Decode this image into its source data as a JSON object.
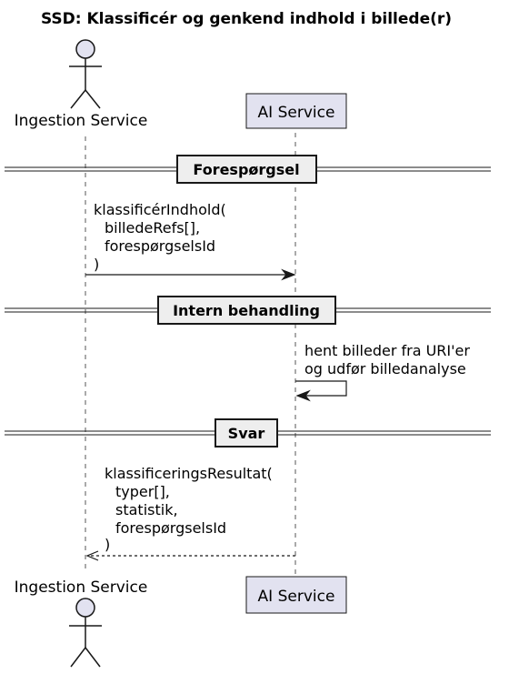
{
  "title": "SSD: Klassificér og genkend indhold i billede(r)",
  "participants": {
    "actor": "Ingestion Service",
    "service": "AI Service"
  },
  "sections": {
    "request": "Forespørgsel",
    "internal": "Intern behandling",
    "reply": "Svar"
  },
  "messages": {
    "request": [
      "klassificérIndhold(",
      "billedeRefs[],",
      "forespørgselsId",
      ")"
    ],
    "self": [
      "hent billeder fra URI'er",
      "og udfør billedanalyse"
    ],
    "reply": [
      "klassificeringsResultat(",
      "typer[],",
      "statistik,",
      "forespørgselsId",
      ")"
    ]
  },
  "colors": {
    "participant_fill": "#E2E2F0",
    "participant_border": "#181818",
    "lifeline": "#555555",
    "line": "#181818"
  }
}
